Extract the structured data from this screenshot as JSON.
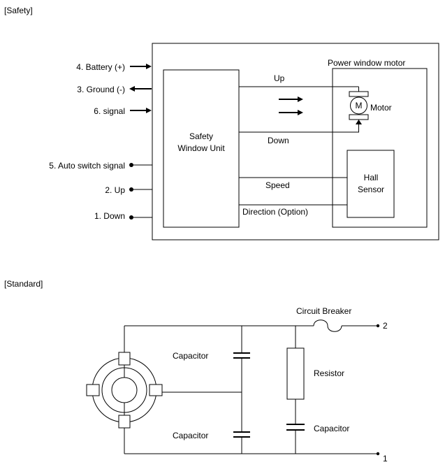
{
  "sections": {
    "safety_heading": "[Safety]",
    "standard_heading": "[Standard]"
  },
  "safety": {
    "pins": [
      {
        "label": "4. Battery (+)",
        "kind": "arrow-in"
      },
      {
        "label": "3. Ground (-)",
        "kind": "arrow-out"
      },
      {
        "label": "6. signal",
        "kind": "arrow-in"
      },
      {
        "label": "5. Auto switch signal",
        "kind": "dot"
      },
      {
        "label": "2. Up",
        "kind": "dot"
      },
      {
        "label": "1. Down",
        "kind": "dot"
      }
    ],
    "unit_label_line1": "Safety",
    "unit_label_line2": "Window Unit",
    "motor_group_label": "Power window motor",
    "motor_symbol": "M",
    "motor_label": "Motor",
    "hall_line1": "Hall",
    "hall_line2": "Sensor",
    "line_up": "Up",
    "line_down": "Down",
    "line_speed": "Speed",
    "line_direction": "Direction (Option)"
  },
  "standard": {
    "circuit_breaker": "Circuit Breaker",
    "terminal_2": "2",
    "terminal_1": "1",
    "capacitor_top": "Capacitor",
    "capacitor_bottom": "Capacitor",
    "resistor": "Resistor",
    "capacitor_right": "Capacitor"
  }
}
